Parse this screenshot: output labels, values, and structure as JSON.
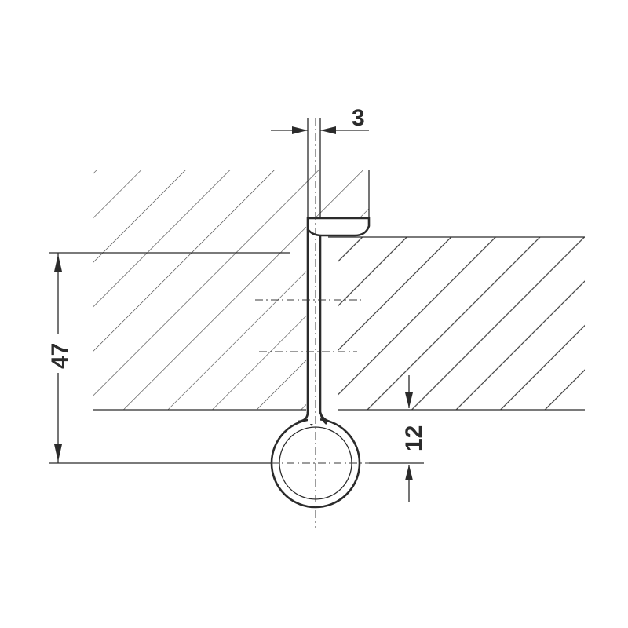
{
  "drawing": {
    "type": "technical-section-drawing",
    "colors": {
      "ink": "#2b2b2b",
      "background": "#ffffff"
    },
    "dimensions": {
      "gap": "3",
      "height": "47",
      "offset": "12"
    }
  }
}
